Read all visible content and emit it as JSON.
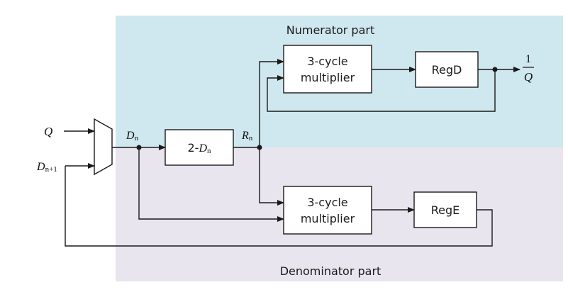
{
  "regions": {
    "numerator": {
      "label": "Numerator part",
      "color": "#cfe7ee"
    },
    "denominator": {
      "label": "Denominator part",
      "color": "#e8e5ee"
    }
  },
  "blocks": {
    "mult_top": {
      "line1": "3-cycle",
      "line2": "multiplier"
    },
    "regd": {
      "label": "RegD"
    },
    "mult_bottom": {
      "line1": "3-cycle",
      "line2": "multiplier"
    },
    "rege": {
      "label": "RegE"
    },
    "sub": {
      "prefix": "2-",
      "var": "D",
      "sub": "n"
    }
  },
  "signals": {
    "q_in": "Q",
    "d_next": {
      "var": "D",
      "sub": "n+1"
    },
    "d_n": {
      "var": "D",
      "sub": "n"
    },
    "r_n": {
      "var": "R",
      "sub": "n"
    },
    "output": {
      "numerator": "1",
      "denominator": "Q"
    }
  }
}
